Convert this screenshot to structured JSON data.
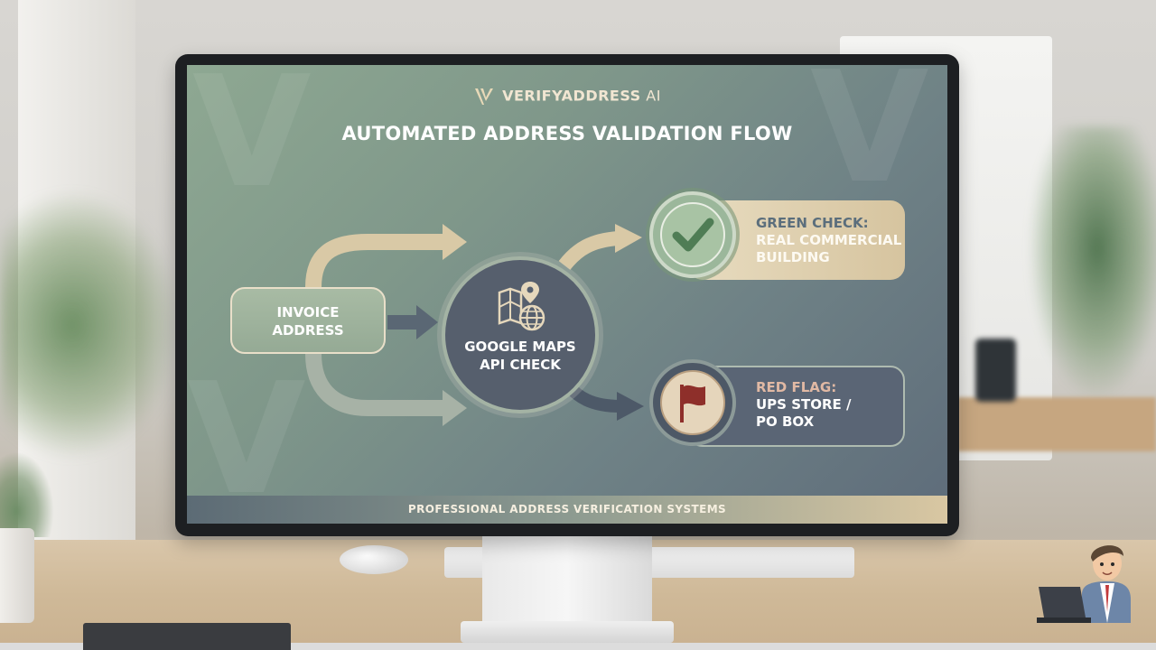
{
  "brand": {
    "name": "VERIFYADDRESS",
    "suffix": " AI",
    "logo_icon": "v-check-logo-icon"
  },
  "title": "AUTOMATED ADDRESS VALIDATION FLOW",
  "nodes": {
    "invoice": {
      "line1": "INVOICE",
      "line2": "ADDRESS"
    },
    "check": {
      "line1": "GOOGLE MAPS",
      "line2": "API CHECK",
      "icon": "map-globe-pin-icon"
    },
    "green": {
      "head": "GREEN CHECK:",
      "line1": "REAL COMMERCIAL",
      "line2": "BUILDING",
      "icon": "checkmark-icon"
    },
    "red": {
      "head": "RED FLAG:",
      "line1": "UPS STORE /",
      "line2": "PO BOX",
      "icon": "flag-icon"
    }
  },
  "footer": "PROFESSIONAL ADDRESS VERIFICATION SYSTEMS",
  "colors": {
    "screen_top": "#8ea892",
    "screen_bottom": "#5e6c7a",
    "accent_gold": "#d6c49f",
    "green_head": "#5b6e7c",
    "red_head": "#e1b9a4",
    "flag": "#8e2f2a"
  }
}
